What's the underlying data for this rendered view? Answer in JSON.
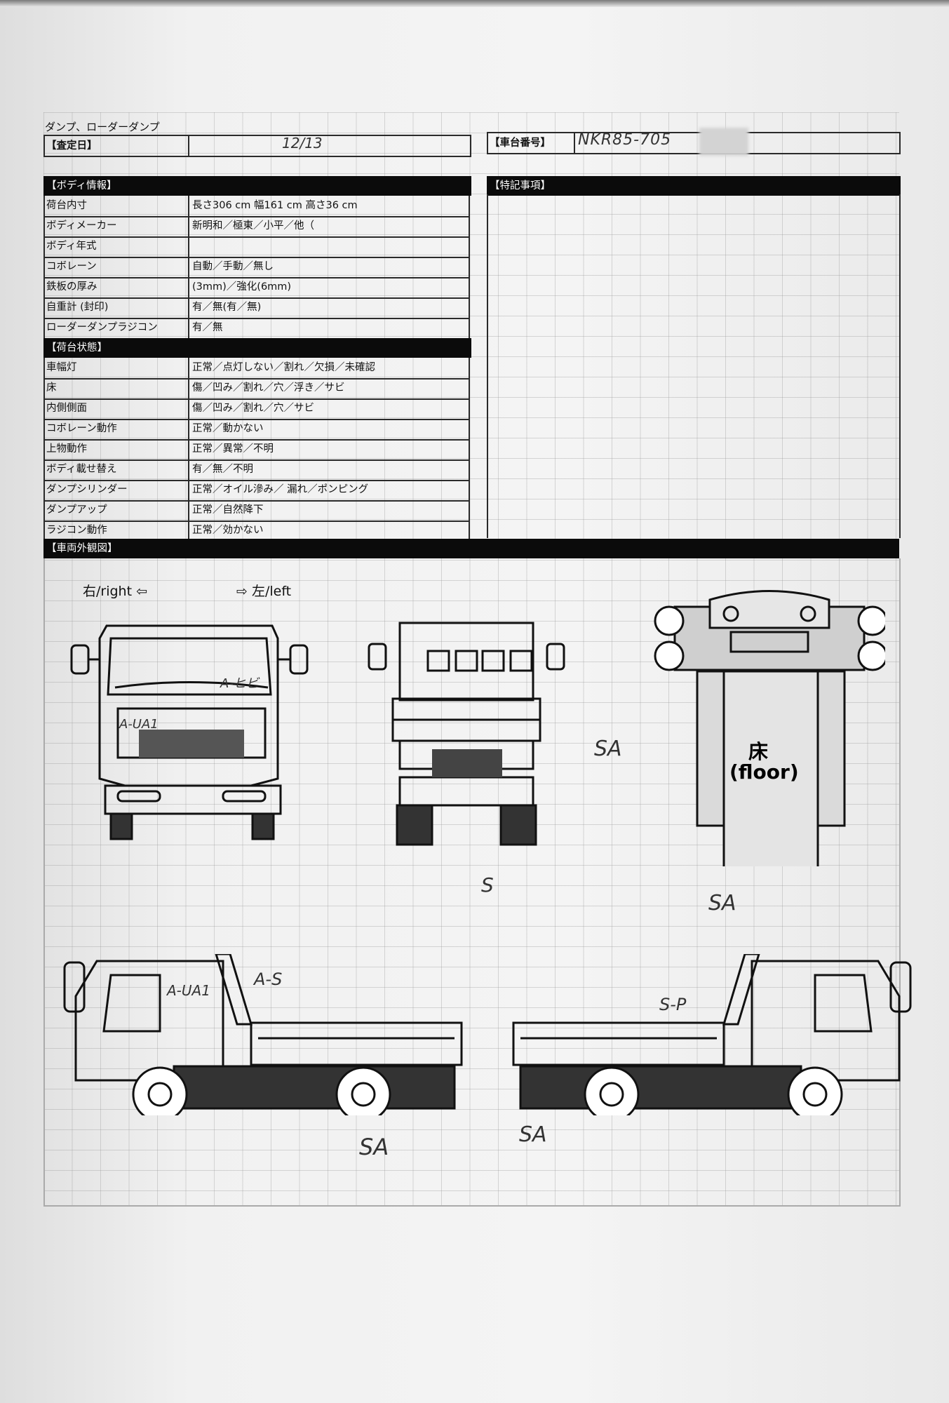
{
  "form": {
    "title": "ダンプ、ローダーダンプ",
    "inspection_date": {
      "label": "【査定日】",
      "value": "12/13"
    },
    "chassis_no": {
      "label": "【車台番号】",
      "value": "NKR85-705"
    },
    "body_info_header": "【ボディ情報】",
    "remarks_header": "【特記事項】",
    "body_rows": [
      {
        "label": "荷台内寸",
        "value": "長さ306 cm 幅161 cm 高さ36 cm"
      },
      {
        "label": "ボディメーカー",
        "value": "新明和／極東／小平／他（"
      },
      {
        "label": "ボディ年式",
        "value": ""
      },
      {
        "label": "コボレーン",
        "value": "自動／手動／無し"
      },
      {
        "label": "鉄板の厚み",
        "value": "(3mm)／強化(6mm)"
      },
      {
        "label": "自重計 (封印)",
        "value": "有／無(有／無)"
      },
      {
        "label": "ローダーダンプラジコン",
        "value": "有／無"
      }
    ],
    "bed_status_header": "【荷台状態】",
    "bed_rows": [
      {
        "label": "車幅灯",
        "value": "正常／点灯しない／割れ／欠損／未確認"
      },
      {
        "label": "床",
        "value": "傷／凹み／割れ／穴／浮き／サビ"
      },
      {
        "label": "内側側面",
        "value": "傷／凹み／割れ／穴／サビ"
      },
      {
        "label": "コボレーン動作",
        "value": "正常／動かない"
      },
      {
        "label": "上物動作",
        "value": "正常／異常／不明"
      },
      {
        "label": "ボディ載せ替え",
        "value": "有／無／不明"
      },
      {
        "label": "ダンプシリンダー",
        "value": "正常／オイル滲み／ 漏れ／ポンピング"
      },
      {
        "label": "ダンプアップ",
        "value": "正常／自然降下"
      },
      {
        "label": "ラジコン動作",
        "value": "正常／効かない"
      }
    ],
    "exterior_header": "【車両外観図】"
  },
  "diagram": {
    "right_label": "右/right ⇦",
    "left_label": "⇨ 左/left",
    "floor_label_jp": "床",
    "floor_label_en": "(floor)",
    "annotations": {
      "front_windshield": "A-ヒビ",
      "front_bumper": "A-UA1",
      "rear_body": "SA",
      "rear_under": "S",
      "floor": "SA",
      "right_side_cab": "A-UA1",
      "right_side_top": "A-S",
      "right_side_bottom": "SA",
      "left_side_top": "S-P",
      "left_side_bottom": "SA"
    }
  }
}
